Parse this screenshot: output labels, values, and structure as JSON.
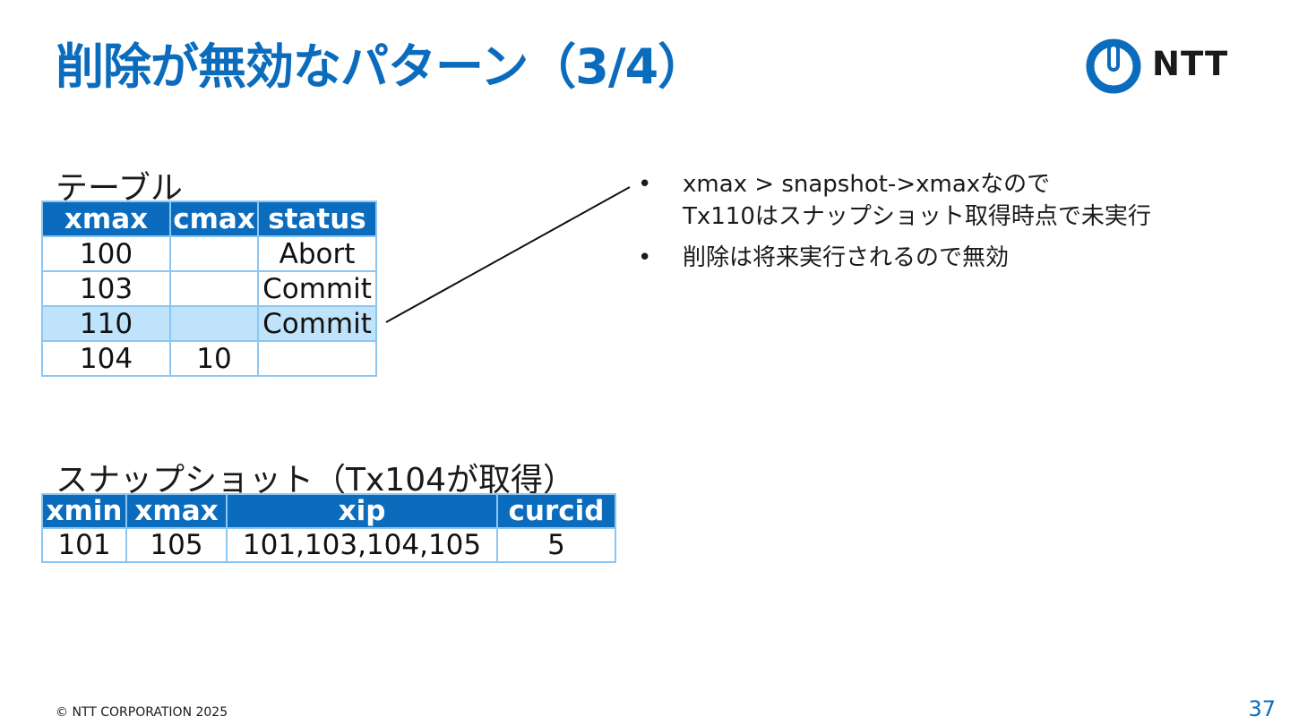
{
  "slide": {
    "title": "削除が無効なパターン（3/4）",
    "page_number": "37",
    "footer": "© NTT CORPORATION 2025"
  },
  "logo": {
    "text": "NTT",
    "color": "#0b6cbd"
  },
  "table": {
    "label": "テーブル",
    "headers": [
      "xmax",
      "cmax",
      "status"
    ],
    "rows": [
      [
        "100",
        "",
        "Abort"
      ],
      [
        "103",
        "",
        "Commit"
      ],
      [
        "110",
        "",
        "Commit"
      ],
      [
        "104",
        "10",
        ""
      ]
    ],
    "highlight_row": 2
  },
  "snapshot": {
    "label": "スナップショット（Tx104が取得）",
    "headers": [
      "xmin",
      "xmax",
      "xip",
      "curcid"
    ],
    "rows": [
      [
        "101",
        "105",
        "101,103,104,105",
        "5"
      ]
    ]
  },
  "bullets": [
    {
      "mark": "•",
      "lines": [
        "xmax > snapshot->xmaxなので",
        "Tx110はスナップショット取得時点で未実行"
      ]
    },
    {
      "mark": "•",
      "lines": [
        "削除は将来実行されるので無効"
      ]
    }
  ],
  "colors": {
    "accent": "#0b6cbd",
    "header_bg": "#0b6cbd",
    "border": "#8cc6f2",
    "highlight": "#bfe3fb"
  }
}
